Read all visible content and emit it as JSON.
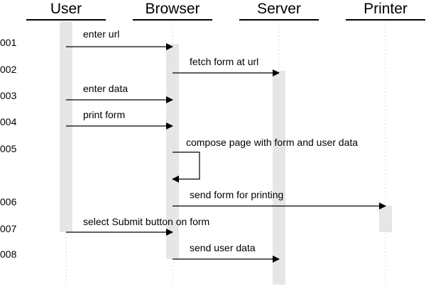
{
  "participants": [
    {
      "id": "user",
      "label": "User"
    },
    {
      "id": "browser",
      "label": "Browser"
    },
    {
      "id": "server",
      "label": "Server"
    },
    {
      "id": "printer",
      "label": "Printer"
    }
  ],
  "steps": [
    {
      "number": "001",
      "from": "user",
      "to": "browser",
      "label": "enter url"
    },
    {
      "number": "002",
      "from": "browser",
      "to": "server",
      "label": "fetch form at url"
    },
    {
      "number": "003",
      "from": "user",
      "to": "browser",
      "label": "enter data"
    },
    {
      "number": "004",
      "from": "user",
      "to": "browser",
      "label": "print form"
    },
    {
      "number": "005",
      "from": "browser",
      "to": "browser",
      "label": "compose page with form and user data"
    },
    {
      "number": "006",
      "from": "browser",
      "to": "printer",
      "label": "send form for printing"
    },
    {
      "number": "007",
      "from": "user",
      "to": "browser",
      "label": "select Submit button on form"
    },
    {
      "number": "008",
      "from": "browser",
      "to": "server",
      "label": "send user data"
    }
  ],
  "colors": {
    "activation": "#e6e6e6",
    "line": "#000000",
    "lifeline": "#bbbbbb"
  }
}
